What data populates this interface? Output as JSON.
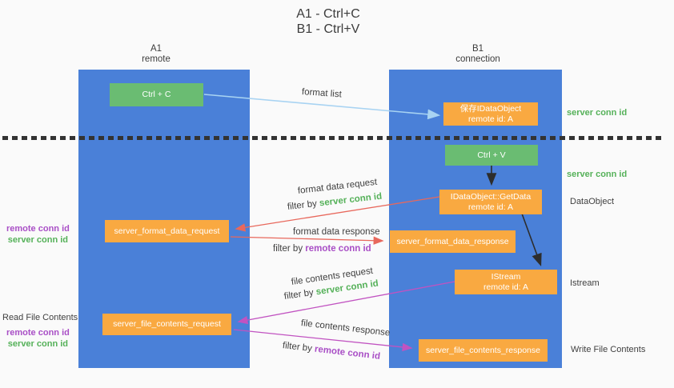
{
  "title": {
    "line1": "A1 - Ctrl+C",
    "line2": "B1 - Ctrl+V"
  },
  "lanes": {
    "left": {
      "id": "A1",
      "role": "remote"
    },
    "right": {
      "id": "B1",
      "role": "connection"
    }
  },
  "nodes": {
    "ctrl_c": {
      "label": "Ctrl + C"
    },
    "save_dataobject": {
      "line1": "保存IDataObject",
      "line2": "remote id: A"
    },
    "ctrl_v": {
      "label": "Ctrl + V"
    },
    "getdata": {
      "line1": "IDataObject::GetData",
      "line2": "remote id: A"
    },
    "format_request": {
      "label": "server_format_data_request"
    },
    "format_response": {
      "label": "server_format_data_response"
    },
    "istream": {
      "line1": "IStream",
      "line2": "remote id: A"
    },
    "file_request": {
      "label": "server_file_contents_request"
    },
    "file_response": {
      "label": "server_file_contents_response"
    }
  },
  "side_labels": {
    "server_conn_id_top": "server conn id",
    "server_conn_id_mid": "server conn id",
    "dataobject": "DataObject",
    "istream": "Istream",
    "write_file_contents": "Write File Contents",
    "read_file_contents": "Read File Contents",
    "remote_conn_id_mid": "remote conn id",
    "server_conn_id_left_mid": "server conn id",
    "remote_conn_id_bottom": "remote conn id",
    "server_conn_id_left_bottom": "server conn id"
  },
  "arrow_labels": {
    "format_list": "format list",
    "format_data_request": "format data request",
    "filter_server_1": {
      "prefix": "filter by ",
      "highlight": "server conn id"
    },
    "format_data_response": "format data response",
    "filter_remote_1": {
      "prefix": "filter by ",
      "highlight": "remote conn id"
    },
    "file_contents_request": "file contents request",
    "filter_server_2": {
      "prefix": "filter by ",
      "highlight": "server conn id"
    },
    "file_contents_response": "file contents response",
    "filter_remote_2": {
      "prefix": "filter by ",
      "highlight": "remote conn id"
    }
  },
  "colors": {
    "background": "#fafafa",
    "lane_blue": "#4a80d8",
    "node_green": "#6abc72",
    "node_orange": "#f9a941",
    "arrow_light_blue": "#a8d3f2",
    "arrow_red": "#e8685c",
    "arrow_magenta": "#c153c1",
    "arrow_black": "#2d2d2d",
    "label_green": "#55b159",
    "label_purple": "#a94fc6",
    "text_dark": "#3f3f3f"
  }
}
